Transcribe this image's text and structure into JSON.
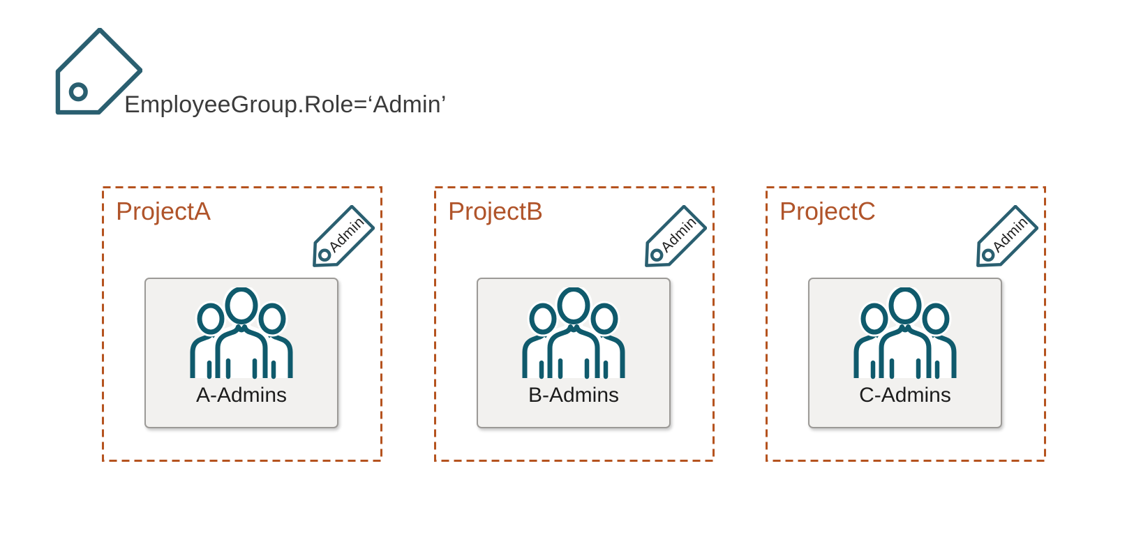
{
  "header": {
    "tag_label": "EmployeeGroup.Role=‘Admin’"
  },
  "projects": [
    {
      "name": "ProjectA",
      "group_label": "A-Admins",
      "tag_label": "Admin"
    },
    {
      "name": "ProjectB",
      "group_label": "B-Admins",
      "tag_label": "Admin"
    },
    {
      "name": "ProjectC",
      "group_label": "C-Admins",
      "tag_label": "Admin"
    }
  ],
  "icons": {
    "header_icon": "tag-icon",
    "project_badge_icon": "admin-tag-icon",
    "group_icon": "user-group-icon"
  },
  "colors": {
    "teal": "#2A5F70",
    "teal_dark": "#0F5A6C",
    "rust": "#B0542A",
    "rust_border": "#B5531F",
    "heading": "#3B3B3B",
    "card_bg": "#F2F1EF",
    "card_border": "#9C9A97"
  }
}
